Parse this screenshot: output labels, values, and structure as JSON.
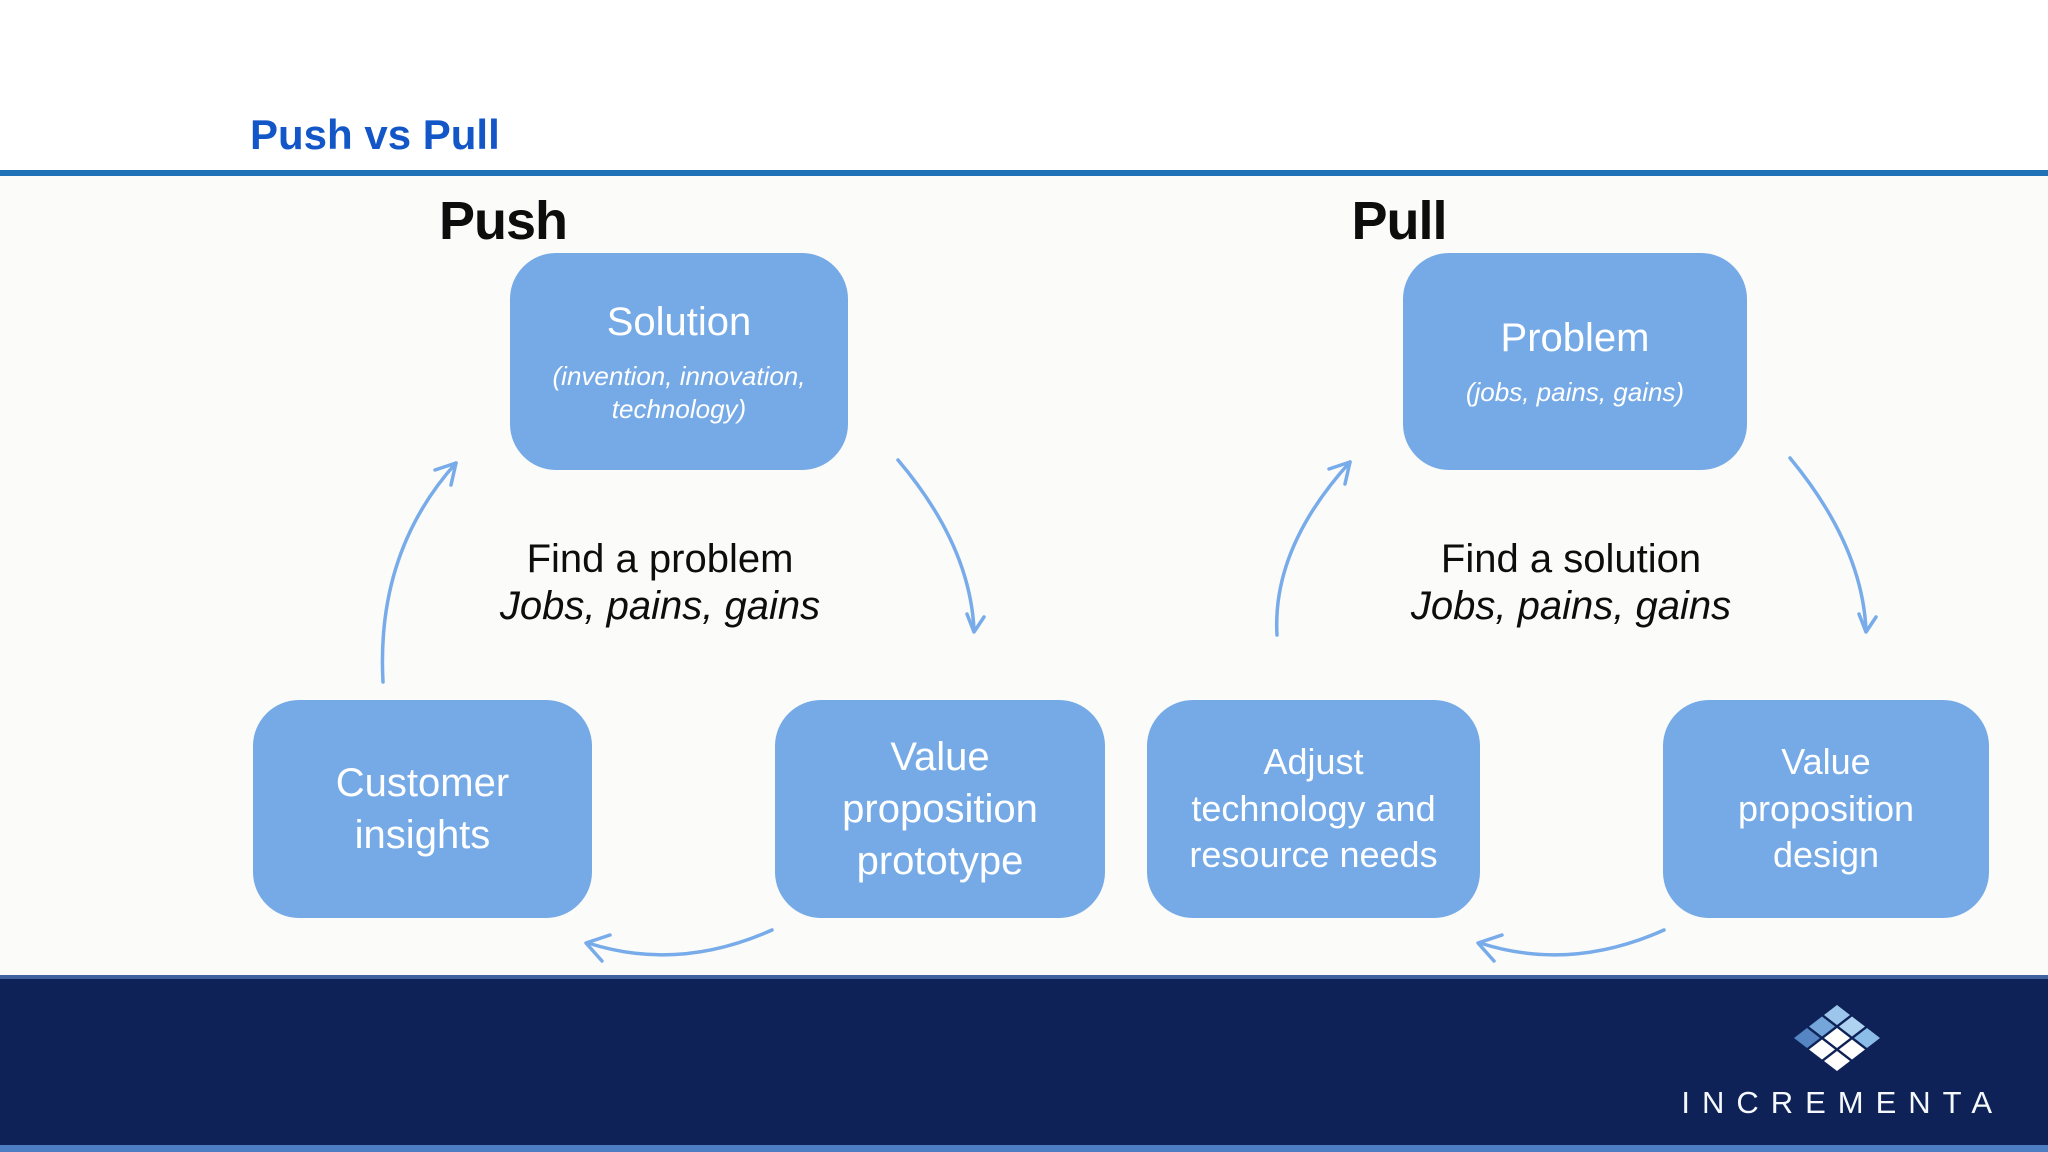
{
  "title": "Push vs Pull",
  "push": {
    "heading": "Push",
    "top_box_title": "Solution",
    "top_box_subtitle": "(invention, innovation,\ntechnology)",
    "center_line1": "Find a problem",
    "center_line2": "Jobs, pains, gains",
    "bottom_left_box": "Customer\ninsights",
    "bottom_right_box": "Value\nproposition\nprototype"
  },
  "pull": {
    "heading": "Pull",
    "top_box_title": "Problem",
    "top_box_subtitle": "(jobs, pains, gains)",
    "center_line1": "Find a solution",
    "center_line2": "Jobs, pains, gains",
    "bottom_left_box": "Adjust\ntechnology and\nresource needs",
    "bottom_right_box": "Value\nproposition\ndesign"
  },
  "footer": {
    "brand": "INCREMENTA",
    "logo_colors": [
      "#9cc6ec",
      "#aed2f0",
      "#8cbce8",
      "#74a6d9",
      "#ffffff",
      "#ffffff",
      "#5585c2",
      "#ffffff",
      "#ffffff"
    ]
  },
  "colors": {
    "accent": "#1256c8",
    "divider": "#1f72b5",
    "box": "#75aae6",
    "arrow": "#77abe9",
    "navy": "#0e2257",
    "navy_border": "#3f619e",
    "strip": "#4d7dc2",
    "bg": "#fbfbf9",
    "ink": "#0d0d0d"
  }
}
